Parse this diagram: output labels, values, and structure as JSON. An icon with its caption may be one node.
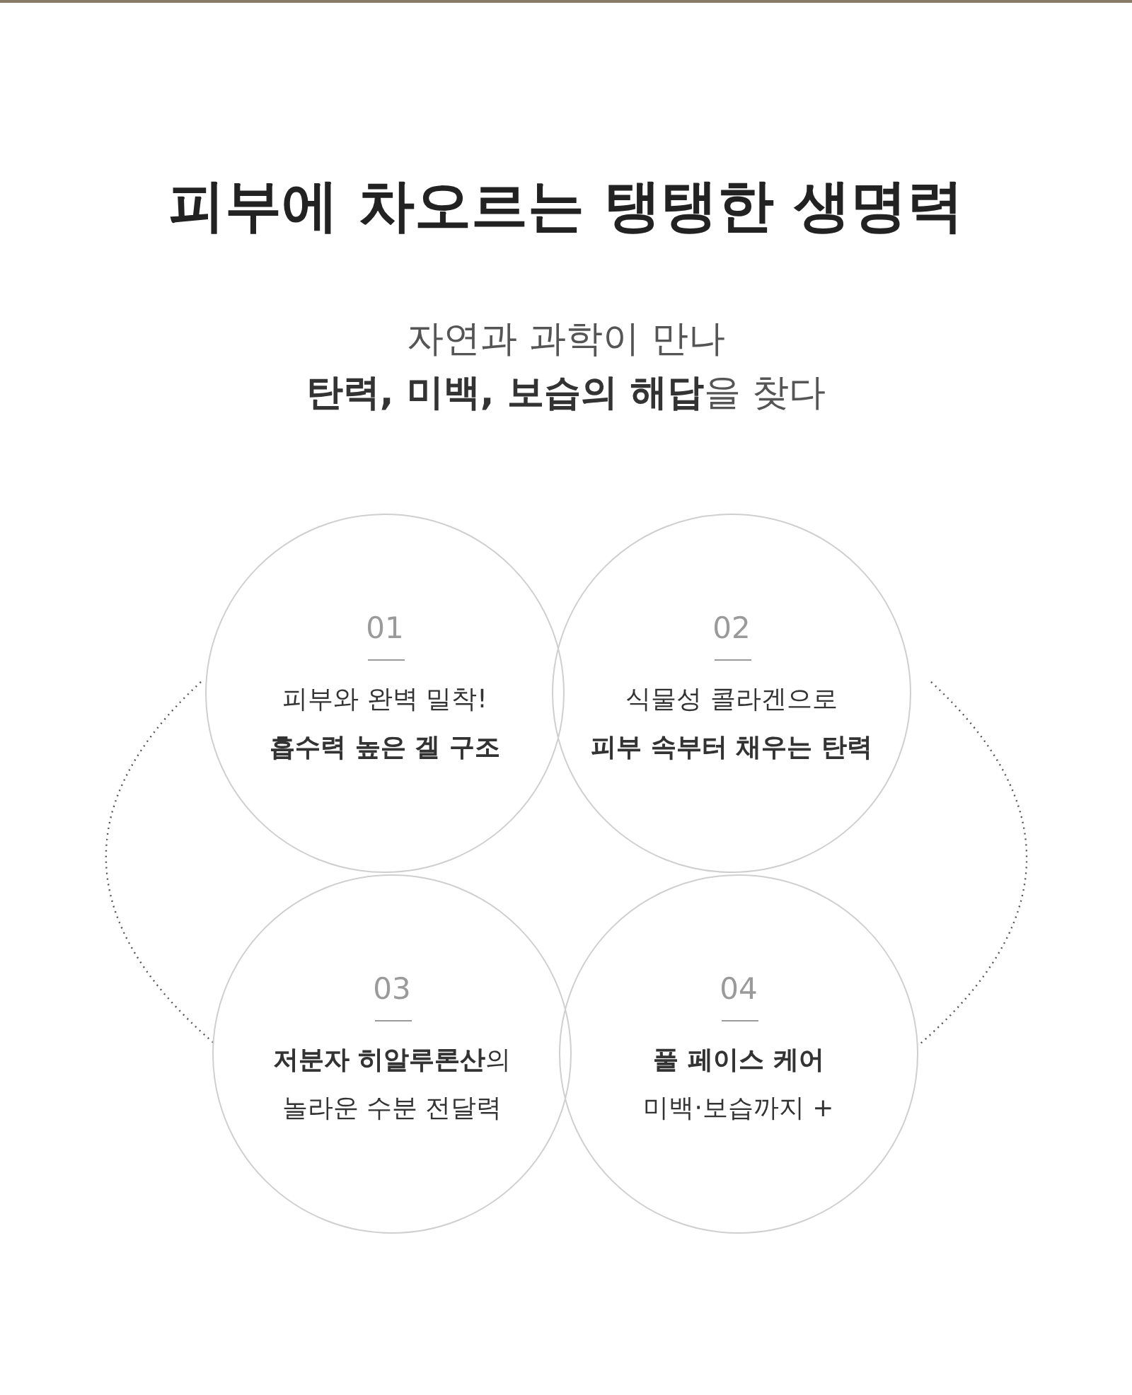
{
  "diagram": {
    "title": "피부에 차오르는 탱탱한 생명력",
    "nodes": [
      {
        "text": [
          "01",
          "피부와 완벽 밀착!",
          "흡수력 높은 겔 구조"
        ]
      },
      {
        "text": [
          "02",
          "식물성 콜라겐으로",
          "피부 속부터 채우는 탄력"
        ]
      },
      {
        "text": [
          "03",
          "**저분자 히알루론산**의",
          "놀라운 수분 전달력"
        ]
      },
      {
        "text": [
          "04",
          "풀 페이스 케어",
          "미백·보습까지 +"
        ]
      }
    ],
    "edges": [
      {
        "from": 0,
        "to": 2,
        "arrow": "none",
        "style": "dashed"
      },
      {
        "from": 1,
        "to": 3,
        "arrow": "none",
        "style": "dashed"
      }
    ],
    "labels": [
      "자연과 과학이 만나",
      "**탄력, 미백, 보습의 해답**을 찾다"
    ]
  }
}
